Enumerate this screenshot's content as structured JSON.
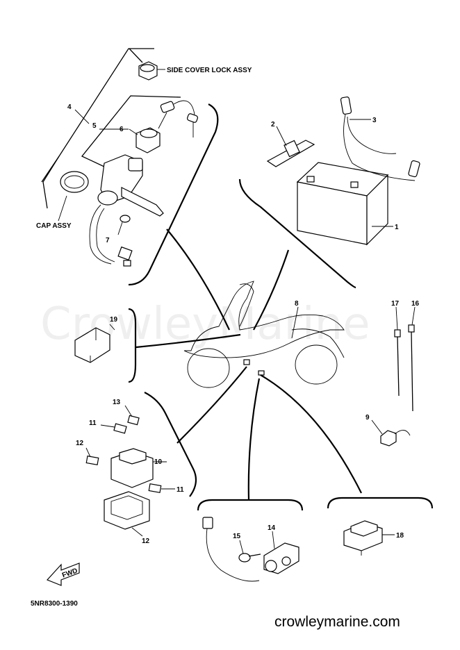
{
  "watermark": "CrowleyMarine",
  "footer_url": "crowleymarine.com",
  "diagram_code": "5NR8300-1390",
  "fwd_label": "FWD",
  "labels": {
    "side_cover_lock": "SIDE COVER LOCK ASSY",
    "cap_assy": "CAP ASSY"
  },
  "callouts": [
    "1",
    "2",
    "3",
    "4",
    "5",
    "6",
    "7",
    "8",
    "9",
    "10",
    "11",
    "11",
    "12",
    "12",
    "13",
    "14",
    "15",
    "16",
    "17",
    "18",
    "19"
  ]
}
